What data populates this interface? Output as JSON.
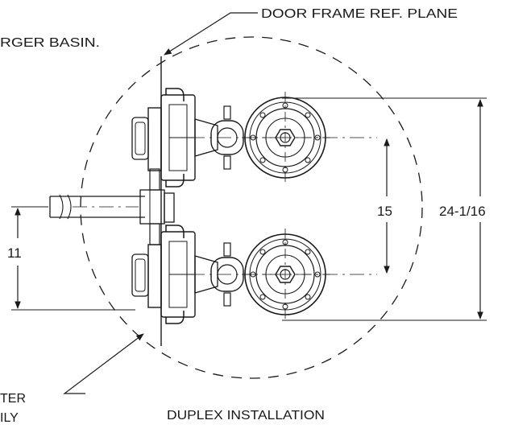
{
  "callouts": {
    "door_frame": "DOOR FRAME REF. PLANE",
    "basin": "RGER BASIN.",
    "bottom_left_1": "TER",
    "bottom_left_2": "ILY"
  },
  "dimensions": {
    "left": "11",
    "middle": "15",
    "right": "24-1/16"
  },
  "title": "DUPLEX INSTALLATION"
}
